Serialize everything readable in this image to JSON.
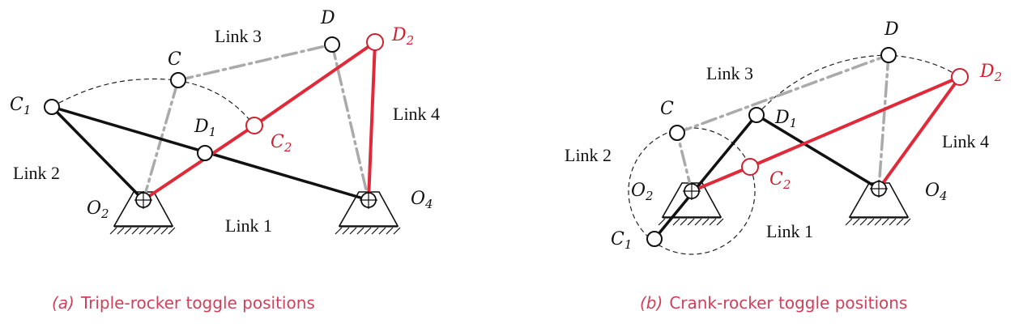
{
  "figure_a": {
    "caption_label": "(a)",
    "caption_text": "Triple-rocker toggle positions",
    "link_labels": {
      "link1": "Link 1",
      "link2": "Link 2",
      "link3": "Link 3",
      "link4": "Link 4"
    },
    "points": {
      "C": "C",
      "C1": "C",
      "C1_sub": "1",
      "C2": "C",
      "C2_sub": "2",
      "D": "D",
      "D1": "D",
      "D1_sub": "1",
      "D2": "D",
      "D2_sub": "2",
      "O2": "O",
      "O2_sub": "2",
      "O4": "O",
      "O4_sub": "4"
    }
  },
  "figure_b": {
    "caption_label": "(b)",
    "caption_text": "Crank-rocker toggle positions",
    "link_labels": {
      "link1": "Link 1",
      "link2": "Link 2",
      "link3": "Link 3",
      "link4": "Link 4"
    },
    "points": {
      "C": "C",
      "C1": "C",
      "C1_sub": "1",
      "C2": "C",
      "C2_sub": "2",
      "D": "D",
      "D1": "D",
      "D1_sub": "1",
      "D2": "D",
      "D2_sub": "2",
      "O2": "O",
      "O2_sub": "2",
      "O4": "O",
      "O4_sub": "4"
    }
  },
  "colors": {
    "toggle_red": "#e02a3a",
    "link_black": "#111111",
    "intermediate_gray": "#aaaaaa",
    "caption": "#d0405a"
  }
}
